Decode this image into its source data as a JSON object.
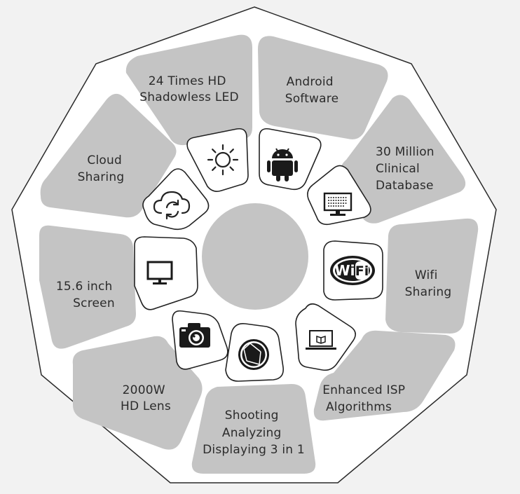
{
  "segments": [
    {
      "id": "shadowless-led",
      "lines": [
        "24 Times HD",
        "Shadowless LED"
      ],
      "icon": "sun-icon"
    },
    {
      "id": "android",
      "lines": [
        "Android",
        "Software"
      ],
      "icon": "android-icon"
    },
    {
      "id": "clinical-database",
      "lines": [
        "30 Million",
        "Clinical",
        "Database"
      ],
      "icon": "monitor-database-icon"
    },
    {
      "id": "wifi-sharing",
      "lines": [
        "Wifi",
        "Sharing"
      ],
      "icon": "wifi-icon"
    },
    {
      "id": "isp",
      "lines": [
        "Enhanced ISP",
        "Algorithms"
      ],
      "icon": "laptop-icon"
    },
    {
      "id": "shooting",
      "lines": [
        "Shooting",
        "Analyzing",
        "Displaying 3 in 1"
      ],
      "icon": "aperture-icon"
    },
    {
      "id": "lens",
      "lines": [
        "2000W",
        "HD Lens"
      ],
      "icon": "camera-icon"
    },
    {
      "id": "screen",
      "lines": [
        "15.6 inch",
        "Screen"
      ],
      "icon": "tv-icon"
    },
    {
      "id": "cloud",
      "lines": [
        "Cloud",
        "Sharing"
      ],
      "icon": "cloud-sync-icon"
    }
  ],
  "colors": {
    "background": "#f2f2f2",
    "panel": "#ffffff",
    "segment": "#c4c4c4",
    "center": "#c4c4c4",
    "outline": "#222222"
  }
}
